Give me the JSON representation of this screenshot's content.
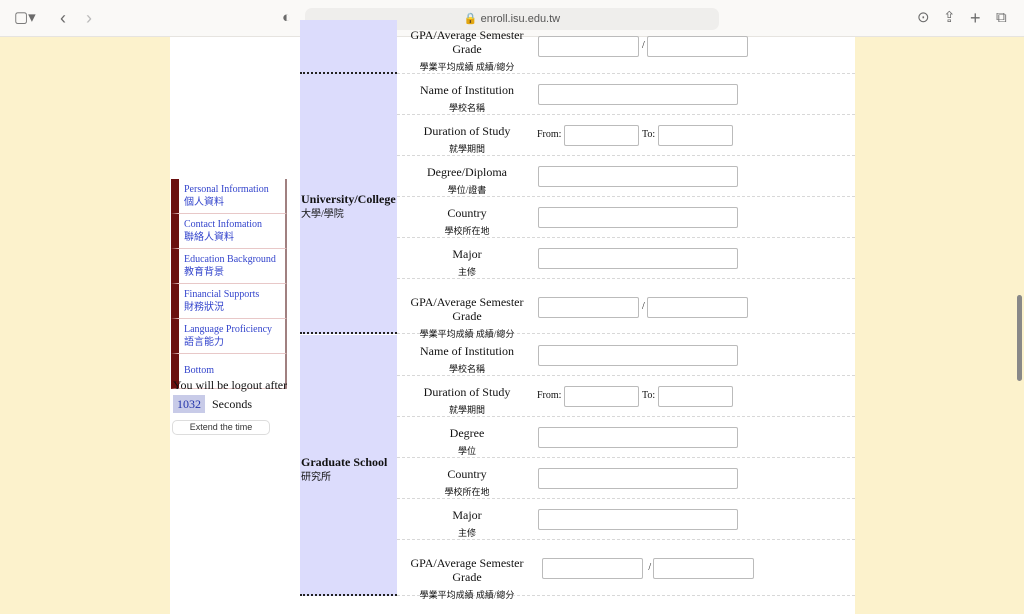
{
  "browser": {
    "url": "enroll.isu.edu.tw"
  },
  "sidebar": {
    "items": [
      {
        "en": "Personal Information",
        "zh": "個人資料"
      },
      {
        "en": "Contact Infomation",
        "zh": "聯絡人資料"
      },
      {
        "en": "Education Background",
        "zh": "教育背景"
      },
      {
        "en": "Financial Supports",
        "zh": "財務狀況"
      },
      {
        "en": "Language Proficiency",
        "zh": "語言能力"
      },
      {
        "en": "Bottom",
        "zh": ""
      }
    ],
    "logout_text": "You will be logout after",
    "seconds": "1032",
    "seconds_label": "Seconds",
    "extend_label": "Extend the time"
  },
  "form": {
    "top_row": {
      "en": "GPA/Average Semester Grade",
      "zh": "學業平均成績 成績/總分"
    },
    "sections": [
      {
        "title": "University/College",
        "title_zh": "大學/學院",
        "rows": [
          {
            "en": "Name of Institution",
            "zh": "學校名稱",
            "type": "text"
          },
          {
            "en": "Duration of Study",
            "zh": "就學期間",
            "type": "range"
          },
          {
            "en": "Degree/Diploma",
            "zh": "學位/證書",
            "type": "text"
          },
          {
            "en": "Country",
            "zh": "學校所在地",
            "type": "text"
          },
          {
            "en": "Major",
            "zh": "主修",
            "type": "text"
          },
          {
            "en": "GPA/Average Semester Grade",
            "zh": "學業平均成績 成績/總分",
            "type": "ratio"
          }
        ]
      },
      {
        "title": "Graduate School",
        "title_zh": "研究所",
        "rows": [
          {
            "en": "Name of Institution",
            "zh": "學校名稱",
            "type": "text"
          },
          {
            "en": "Duration of Study",
            "zh": "就學期間",
            "type": "range"
          },
          {
            "en": "Degree",
            "zh": "學位",
            "type": "text"
          },
          {
            "en": "Country",
            "zh": "學校所在地",
            "type": "text"
          },
          {
            "en": "Major",
            "zh": "主修",
            "type": "text"
          },
          {
            "en": "GPA/Average Semester Grade",
            "zh": "學業平均成績 成績/總分",
            "type": "ratio"
          }
        ]
      }
    ],
    "from_label": "From:",
    "to_label": "To:",
    "slash": "/"
  }
}
